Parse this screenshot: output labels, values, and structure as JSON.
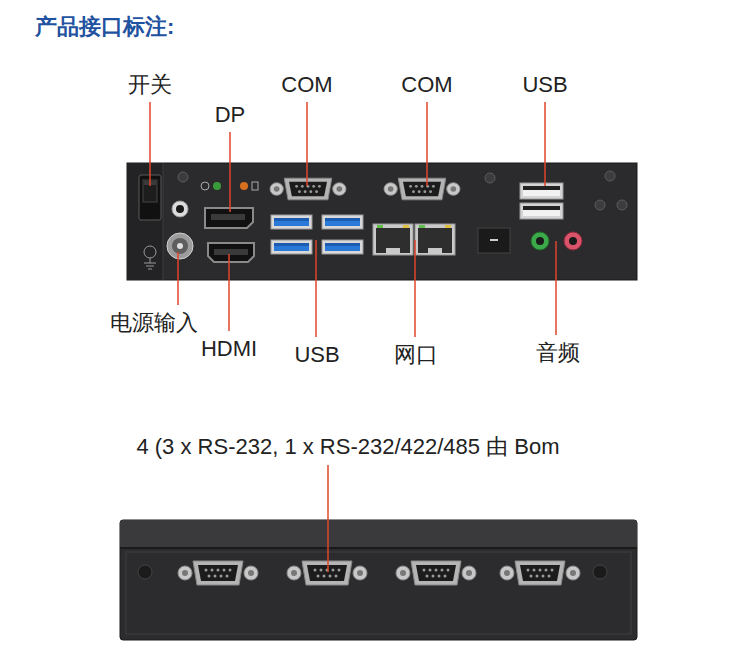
{
  "diagram": {
    "title": "产品接口标注:",
    "labels": [
      "开关",
      "DP",
      "COM",
      "COM",
      "USB",
      "电源输入",
      "HDMI",
      "USB",
      "网口",
      "音频",
      "4 (3 x RS-232, 1 x RS-232/422/485 由 Bom"
    ]
  }
}
